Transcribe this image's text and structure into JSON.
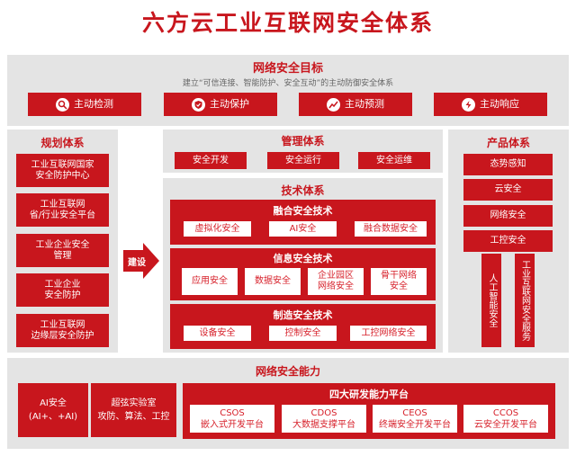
{
  "title": "六方云工业互联网安全体系",
  "goal": {
    "heading": "网络安全目标",
    "subtitle": "建立“可信连接、智能防护、安全互动”的主动防御安全体系",
    "items": [
      {
        "label": "主动检测",
        "icon": "search-shield-icon"
      },
      {
        "label": "主动保护",
        "icon": "shield-check-icon"
      },
      {
        "label": "主动预测",
        "icon": "trend-chart-icon"
      },
      {
        "label": "主动响应",
        "icon": "lightning-icon"
      }
    ]
  },
  "planning": {
    "heading": "规划体系",
    "items": [
      "工业互联网国家\n安全防护中心",
      "工业互联网\n省/行业安全平台",
      "工业企业安全\n管理",
      "工业企业\n安全防护",
      "工业互联网\n边缘层安全防护"
    ]
  },
  "arrow_label": "建设",
  "management": {
    "heading": "管理体系",
    "items": [
      "安全开发",
      "安全运行",
      "安全运维"
    ]
  },
  "technology": {
    "heading": "技术体系",
    "groups": [
      {
        "title": "融合安全技术",
        "items": [
          "虚拟化安全",
          "AI安全",
          "融合数据安全"
        ]
      },
      {
        "title": "信息安全技术",
        "items": [
          "应用安全",
          "数据安全",
          "企业园区\n网络安全",
          "骨干网络\n安全"
        ]
      },
      {
        "title": "制造安全技术",
        "items": [
          "设备安全",
          "控制安全",
          "工控网络安全"
        ]
      }
    ]
  },
  "products": {
    "heading": "产品体系",
    "items": [
      "态势感知",
      "云安全",
      "网络安全",
      "工控安全"
    ],
    "vertical": [
      "人工智能安全",
      "工业互联网安全服务"
    ]
  },
  "capability": {
    "heading": "网络安全能力",
    "left": [
      {
        "line1": "AI安全",
        "line2": "(AI+、+AI)"
      },
      {
        "line1": "超弦实验室",
        "line2": "攻防、算法、工控"
      }
    ],
    "platform_title": "四大研发能力平台",
    "platforms": [
      {
        "name": "CSOS",
        "desc": "嵌入式开发平台"
      },
      {
        "name": "CDOS",
        "desc": "大数据支撑平台"
      },
      {
        "name": "CEOS",
        "desc": "终端安全开发平台"
      },
      {
        "name": "CCOS",
        "desc": "云安全开发平台"
      }
    ]
  },
  "colors": {
    "primary": "#c8161d",
    "panel": "#e4e4e4",
    "text": "#d7212b"
  }
}
